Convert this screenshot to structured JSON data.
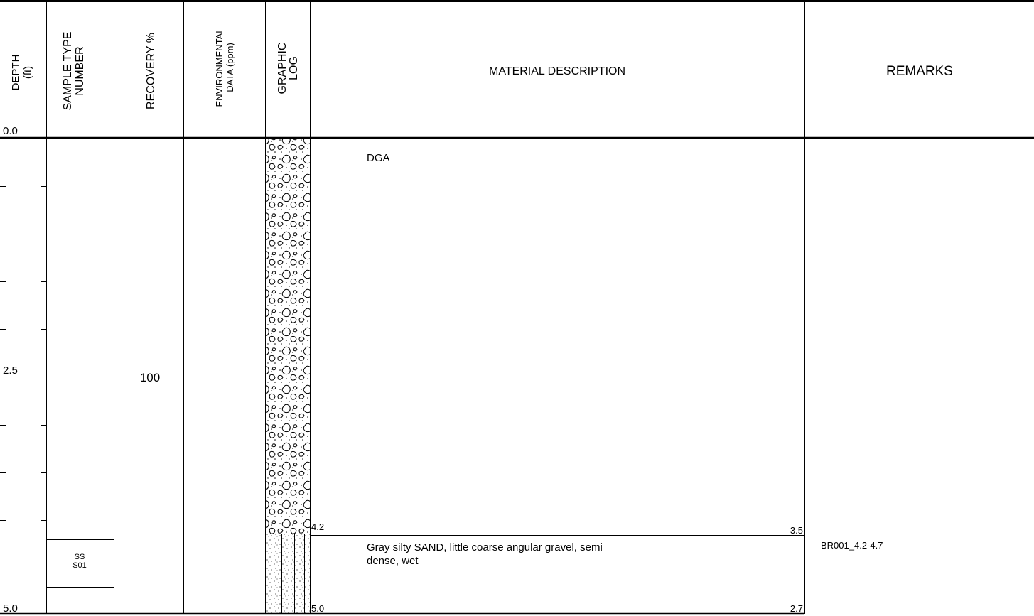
{
  "headers": {
    "depth": [
      "DEPTH",
      "(ft)"
    ],
    "sample": [
      "SAMPLE TYPE",
      "NUMBER"
    ],
    "recovery": "RECOVERY %",
    "environmental": [
      "ENVIRONMENTAL",
      "DATA (ppm)"
    ],
    "graphic_log": [
      "GRAPHIC",
      "LOG"
    ],
    "material_description": "MATERIAL DESCRIPTION",
    "remarks": "REMARKS"
  },
  "depth_scale": {
    "labels": [
      "0.0",
      "2.5",
      "5.0"
    ],
    "min": 0,
    "max": 5
  },
  "samples": [
    {
      "type": "SS",
      "number": "S01",
      "top": 4.2,
      "bottom": 4.7,
      "recovery": "100"
    }
  ],
  "strata": [
    {
      "top": 0,
      "bottom": 4.2,
      "pattern": "gravel",
      "description": [
        "DGA"
      ],
      "bottom_depth_label": "4.2",
      "bottom_elevation_label": "3.5"
    },
    {
      "top": 4.2,
      "bottom": 5.0,
      "pattern": "silty-sand",
      "description": [
        "Gray silty SAND, little coarse angular gravel, semi",
        "dense, wet"
      ],
      "bottom_depth_label": "5.0",
      "bottom_elevation_label": "2.7"
    }
  ],
  "remarks": [
    {
      "depth": 4.2,
      "text": "BR001_4.2-4.7"
    }
  ]
}
